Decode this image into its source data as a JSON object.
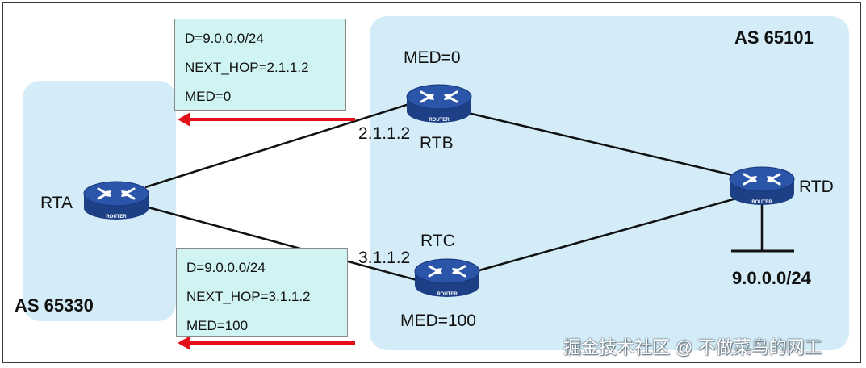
{
  "regions": {
    "as_right": "AS 65101",
    "as_left": "AS 65330"
  },
  "routers": {
    "rta": "RTA",
    "rtb": "RTB",
    "rtc": "RTC",
    "rtd": "RTD",
    "icon_text": "ROUTER"
  },
  "labels": {
    "rtb_med": "MED=0",
    "rtc_med": "MED=100",
    "rtb_ip": "2.1.1.2",
    "rtc_ip": "3.1.1.2",
    "network": "9.0.0.0/24"
  },
  "update_top": {
    "dest": "D=9.0.0.0/24",
    "next_hop": "NEXT_HOP=2.1.1.2",
    "med": "MED=0"
  },
  "update_bottom": {
    "dest": "D=9.0.0.0/24",
    "next_hop": "NEXT_HOP=3.1.1.2",
    "med": "MED=100"
  },
  "watermark": "掘金技术社区 @ 不做菜鸟的网工",
  "colors": {
    "as_background": "#d3ecf7",
    "info_box": "#d0f4f4",
    "arrow": "#e3101a",
    "router_body": "#2a55a8"
  },
  "icons": {
    "router": "router-icon",
    "arrow": "left-arrow"
  }
}
